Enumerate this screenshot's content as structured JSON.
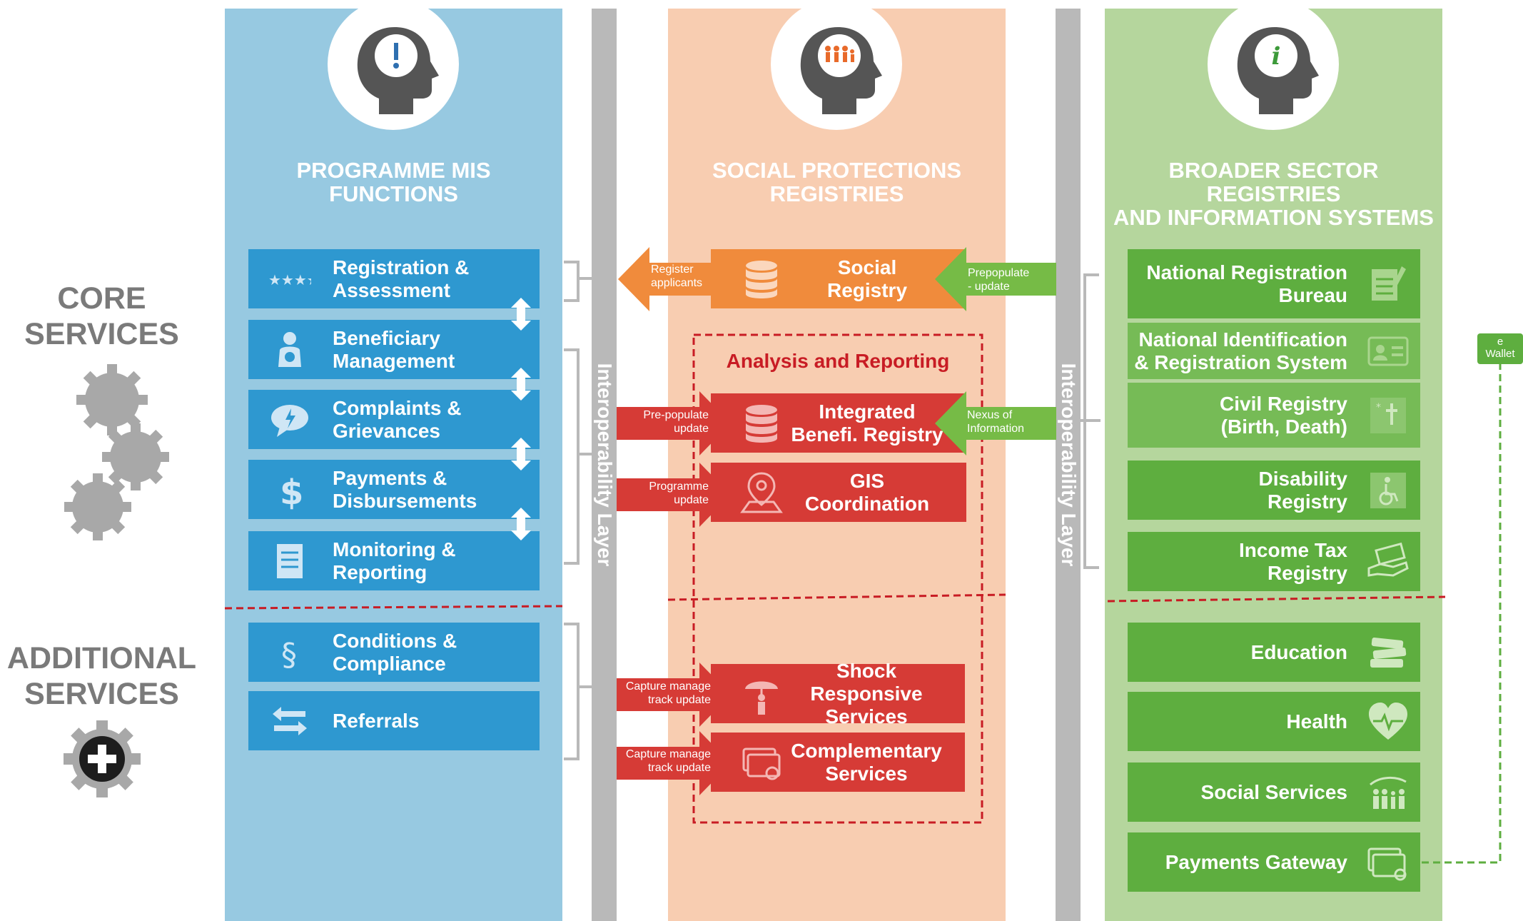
{
  "left": {
    "core_label": "CORE\nSERVICES",
    "additional_label": "ADDITIONAL\nSERVICES"
  },
  "columns": {
    "mis_title": "PROGRAMME MIS\nFUNCTIONS",
    "sp_title": "SOCIAL PROTECTIONS\nREGISTRIES",
    "broader_title": "BROADER SECTOR REGISTRIES\nAND INFORMATION SYSTEMS"
  },
  "interop": {
    "label": "Interoperability Layer"
  },
  "mis": {
    "core": [
      {
        "label": "Registration &\nAssessment",
        "icon": "stars-icon"
      },
      {
        "label": "Beneficiary\nManagement",
        "icon": "person-icon"
      },
      {
        "label": "Complaints &\nGrievances",
        "icon": "speech-bubble-icon"
      },
      {
        "label": "Payments &\nDisbursements",
        "icon": "dollar-icon"
      },
      {
        "label": "Monitoring &\nReporting",
        "icon": "report-icon"
      }
    ],
    "additional": [
      {
        "label": "Conditions &\nCompliance",
        "icon": "section-icon"
      },
      {
        "label": "Referrals",
        "icon": "arrows-icon"
      }
    ]
  },
  "sp": {
    "social_registry": "Social\nRegistry",
    "register_applicants": "Register\napplicants",
    "prepopulate_update": "Prepopulate\n- update",
    "analysis_title": "Analysis and Reporting",
    "integrated": "Integrated\nBenefi. Registry",
    "prepopulate_update2": "Pre-populate\nupdate",
    "nexus": "Nexus of\nInformation",
    "gis": "GIS\nCoordination",
    "programme_update": "Programme\nupdate",
    "shock": "Shock\nResponsive Services",
    "capture1": "Capture manage\ntrack update",
    "complementary": "Complementary\nServices",
    "capture2": "Capture manage\ntrack update"
  },
  "broader": {
    "core": [
      {
        "label": "National Registration\nBureau",
        "icon": "document-pen-icon"
      },
      {
        "label": "National Identification\n& Registration System",
        "icon": "id-card-icon"
      },
      {
        "label": "Civil Registry\n(Birth, Death)",
        "icon": "cross-icon"
      },
      {
        "label": "Disability\nRegistry",
        "icon": "wheelchair-icon"
      },
      {
        "label": "Income Tax\nRegistry",
        "icon": "money-hand-icon"
      }
    ],
    "additional": [
      {
        "label": "Education",
        "icon": "books-icon"
      },
      {
        "label": "Health",
        "icon": "heart-icon"
      },
      {
        "label": "Social Services",
        "icon": "family-icon"
      },
      {
        "label": "Payments Gateway",
        "icon": "card-icon"
      }
    ],
    "ewallet": "e\nWallet"
  },
  "colors": {
    "mis_column": "#97c9e1",
    "mis_box": "#2e98d0",
    "sp_column": "#f8cdb1",
    "sp_orange": "#f08b3c",
    "sp_red": "#d63b36",
    "broader_column": "#b5d69d",
    "broader_box": "#5eae3f",
    "interop": "#b9b9b9",
    "dashed": "#c81c24"
  }
}
